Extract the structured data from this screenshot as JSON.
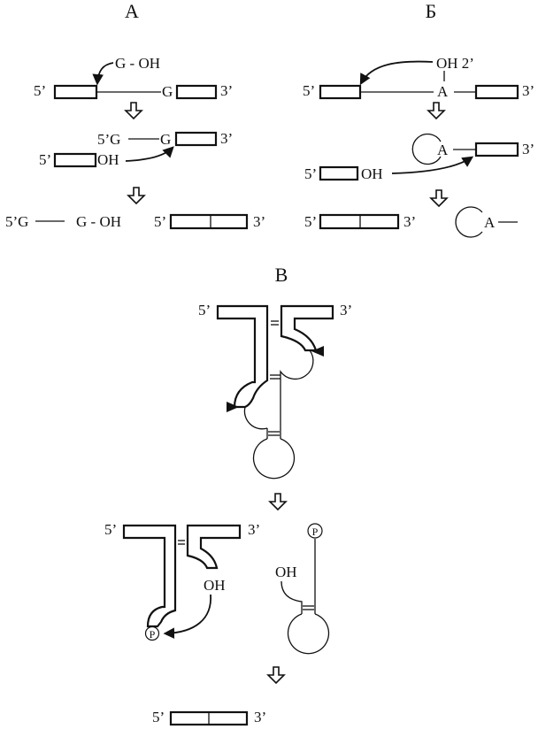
{
  "panels": {
    "A": {
      "title": "А",
      "step1": {
        "left_end": "5’",
        "right_end": "3’",
        "nucleophile": "G - OH",
        "site_base": "G"
      },
      "step2": {
        "intermediate_left": "5’G",
        "intermediate_base": "G",
        "intermediate_right": "3’",
        "exon_left_end": "5’",
        "exon_oh": "OH"
      },
      "step3": {
        "intron_left": "5’G",
        "intron_right": "G - OH",
        "product_left": "5’",
        "product_right": "3’"
      }
    },
    "B": {
      "title": "Б",
      "step1": {
        "left_end": "5’",
        "right_end": "3’",
        "nucleophile": "OH 2’",
        "branch_base": "A"
      },
      "step2": {
        "lariat_base": "A",
        "right_end": "3’",
        "exon_left_end": "5’",
        "exon_oh": "OH"
      },
      "step3": {
        "product_left": "5’",
        "product_right": "3’",
        "lariat_base": "A"
      }
    },
    "C": {
      "title": "В",
      "step1": {
        "left_end": "5’",
        "right_end": "3’"
      },
      "step2": {
        "left_end": "5’",
        "right_end": "3’",
        "oh_label": "OH",
        "phosphate": "P",
        "loop_oh": "OH",
        "loop_phosphate": "P"
      },
      "step3": {
        "product_left": "5’",
        "product_right": "3’"
      }
    }
  }
}
